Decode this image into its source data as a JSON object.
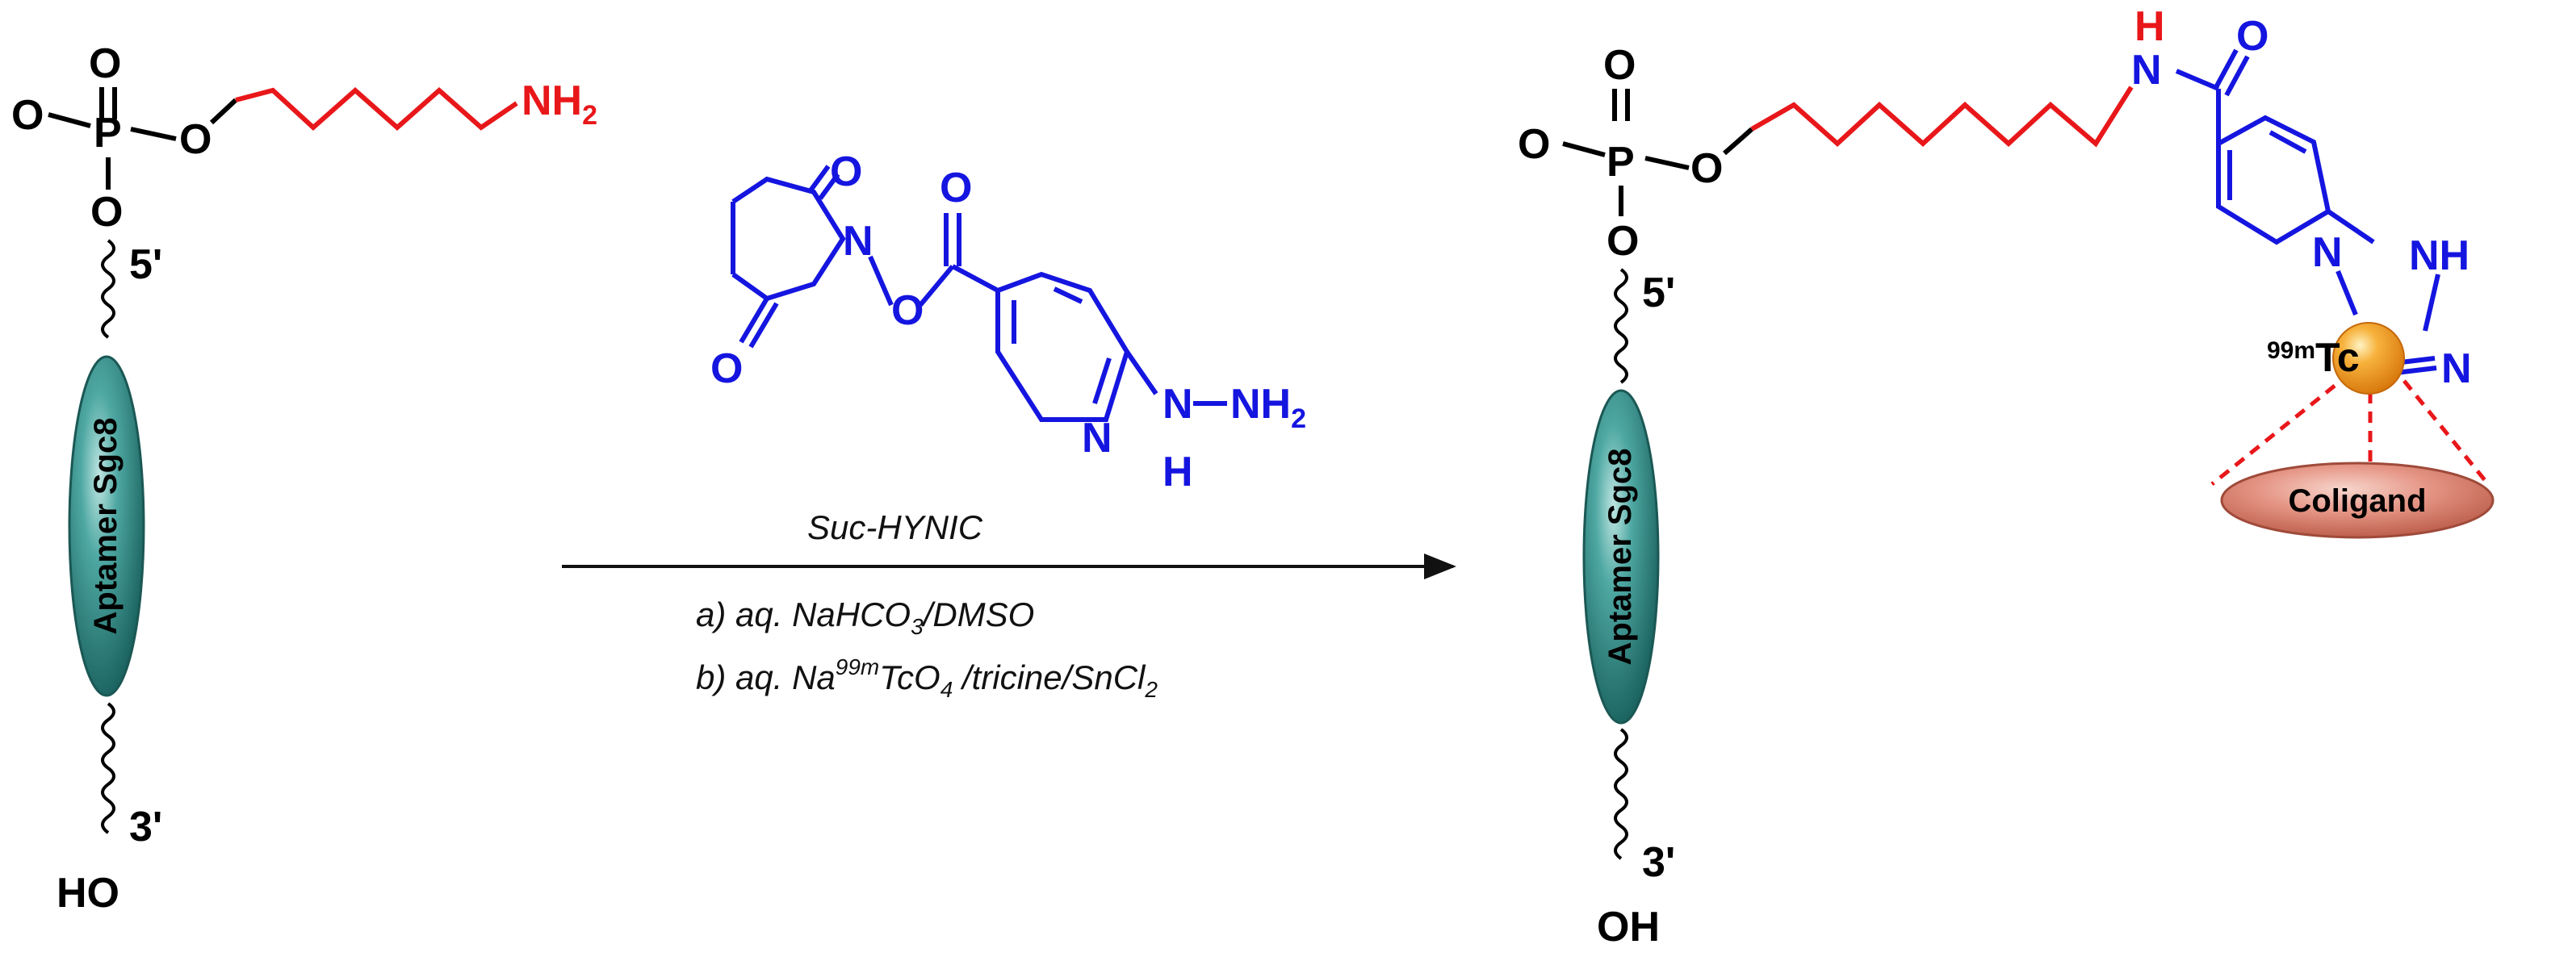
{
  "colors": {
    "black": "#000000",
    "red": "#e8171a",
    "blue": "#1515e0",
    "aptamer": "#2e8f8c",
    "tc_ball": "#f49a1c",
    "coligand": "#d97a6c",
    "dashed": "#e8171a"
  },
  "left": {
    "O_top": "O",
    "O_left": "O",
    "P": "P",
    "O_ester": "O",
    "O_bottom": "O",
    "N": "NH",
    "N_sub": "2",
    "five_prime": "5'",
    "three_prime": "3'",
    "HO": "HO",
    "aptamer": "Aptamer Sgc8"
  },
  "reagent": {
    "O_carbonyl_top": "O",
    "O_carbonyl_bottom": "O",
    "N_imide": "N",
    "O_link": "O",
    "O_ester": "O",
    "N_pyridine": "N",
    "N_hydrazine": "N",
    "NH2_N": "NH",
    "NH2_sub": "2",
    "H": "H",
    "name": "Suc-HYNIC"
  },
  "conditions": {
    "a_prefix": "a) aq. NaHCO",
    "a_sub": "3",
    "a_suffix": "/DMSO",
    "b_prefix": "b) aq. Na",
    "b_sup": "99m",
    "b_mid": "TcO",
    "b_sub": "4",
    "b_mid2": " /tricine/SnCl",
    "b_sub2": "2"
  },
  "right": {
    "O_top": "O",
    "O_left": "O",
    "P": "P",
    "O_ester": "O",
    "O_bottom": "O",
    "H": "H",
    "N_amide": "N",
    "O_carbonyl": "O",
    "N_ring": "N",
    "NH_ring": "NH",
    "N_eq": "N",
    "tc_sup": "99m",
    "tc": "Tc",
    "coligand": "Coligand",
    "five_prime": "5'",
    "three_prime": "3'",
    "OH": "OH",
    "aptamer": "Aptamer Sgc8"
  }
}
